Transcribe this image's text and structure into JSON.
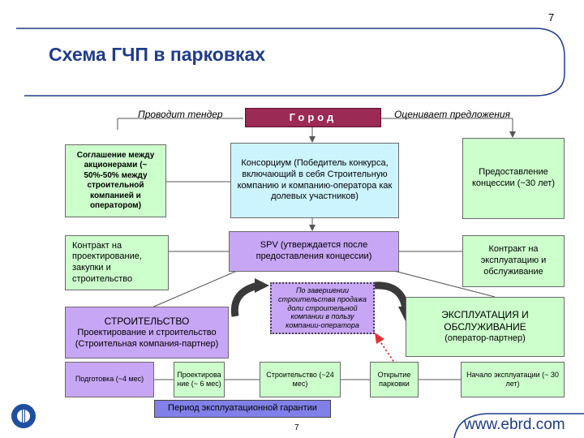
{
  "page_number_top": "7",
  "title": "Схема ГЧП в парковках",
  "city": "Город",
  "tender_label": "Проводит тендер",
  "evaluates_label": "Оценивает предложения",
  "shareholders_agreement": "Соглашение между акционерами (~ 50%-50% между строительной компанией и оператором)",
  "consortium": "Консорциум (Победитель конкурса, включающий в себя Строительную компанию и компанию-оператора как долевых участников)",
  "concession": "Предоставление концессии (~30 лет)",
  "design_contract": "Контракт на проектирование, закупки и строительство",
  "spv": "SPV (утверждается после предоставления концессии)",
  "operation_contract": "Контракт на эксплуатацию и обслуживание",
  "share_sale_note": "По завершении строительства продажа доли строительной компании в пользу компании-оператора",
  "construction_title": "СТРОИТЕЛЬСТВО",
  "construction_body": "Проектирование и строительство (Строительная компания-партнер)",
  "operation_title": "ЭКСПЛУАТАЦИЯ И ОБСЛУЖИВАНИЕ",
  "operation_body": "(оператор-партнер)",
  "timeline": {
    "prep": "Подготовка (~4 мес)",
    "design": "Проектирование (~ 6 мес)",
    "build": "Строительство (~24 мес)",
    "opening": "Открытие парковки",
    "start_operation": "Начало эксплуатации (~ 30 лет)"
  },
  "warranty_period": "Период эксплуатационной гарантии",
  "page_number_bottom": "7",
  "footer_url": "www.ebrd.com",
  "colors": {
    "title_blue": "#1f3c8a",
    "city_fill": "#9b2a55",
    "green_fill": "#ccffcc",
    "lightblue_fill": "#ccf4ff",
    "purple_fill": "#c7a6f5",
    "arrow_dark": "#3a3a3a",
    "warranty_fill": "#8080e8",
    "dotted_red": "#e03030"
  }
}
